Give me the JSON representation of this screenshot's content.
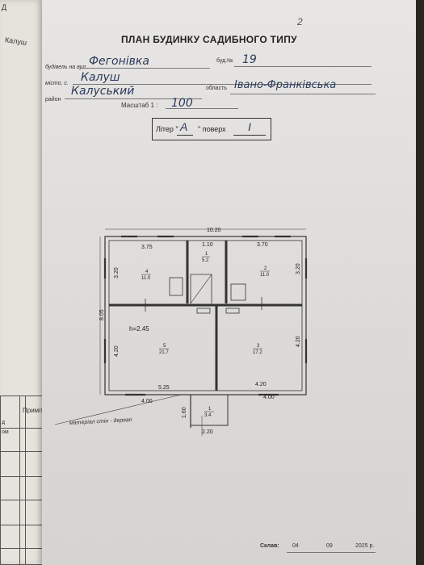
{
  "left_page": {
    "letter": "Д",
    "city": "Калуш",
    "table_header": "Приміт",
    "table_cells": [
      "д",
      "ом"
    ]
  },
  "header": {
    "page_number": "2",
    "title": "ПЛАН БУДИНКУ САДИБНОГО ТИПУ"
  },
  "address": {
    "street_label": "будівель на вул.",
    "street_value": "Фегонівка",
    "house_label": "буд.№",
    "house_value": "19",
    "city_label": "місто, с.",
    "city_value": "Калуш",
    "district_label": "район",
    "district_value": "Калуський",
    "region_label": "область",
    "region_value": "Івано-Франківська"
  },
  "scale": {
    "label": "Масштаб 1 :",
    "value": "100"
  },
  "liter": {
    "label": "Літер \"",
    "value": "А",
    "sep": "\" поверх",
    "floor": "І"
  },
  "plan": {
    "overall_width": "10.20",
    "overall_height": "8.05",
    "top_dims": [
      "3.75",
      "1.10",
      "3.70"
    ],
    "left_dims": [
      "3.20",
      "4.20"
    ],
    "right_dims": [
      "3.20",
      "4.20"
    ],
    "ceiling_height": "h=2.45",
    "inner_dims": [
      "5.25",
      "4.20"
    ],
    "bottom_dims": [
      "4.00",
      "4.00"
    ],
    "porch_dims": [
      "1.60",
      "2.20"
    ],
    "rooms": [
      {
        "num": "1",
        "area": "5.2"
      },
      {
        "num": "2",
        "area": "11.0"
      },
      {
        "num": "3",
        "area": "17.2"
      },
      {
        "num": "4",
        "area": "11.0"
      },
      {
        "num": "5",
        "area": "21.7"
      },
      {
        "num": "1",
        "area": "3.4"
      }
    ],
    "material_note": "матеріал стін - дерево"
  },
  "footer": {
    "label": "Склав:",
    "day": "04",
    "month": "09",
    "year": "2025 р."
  }
}
